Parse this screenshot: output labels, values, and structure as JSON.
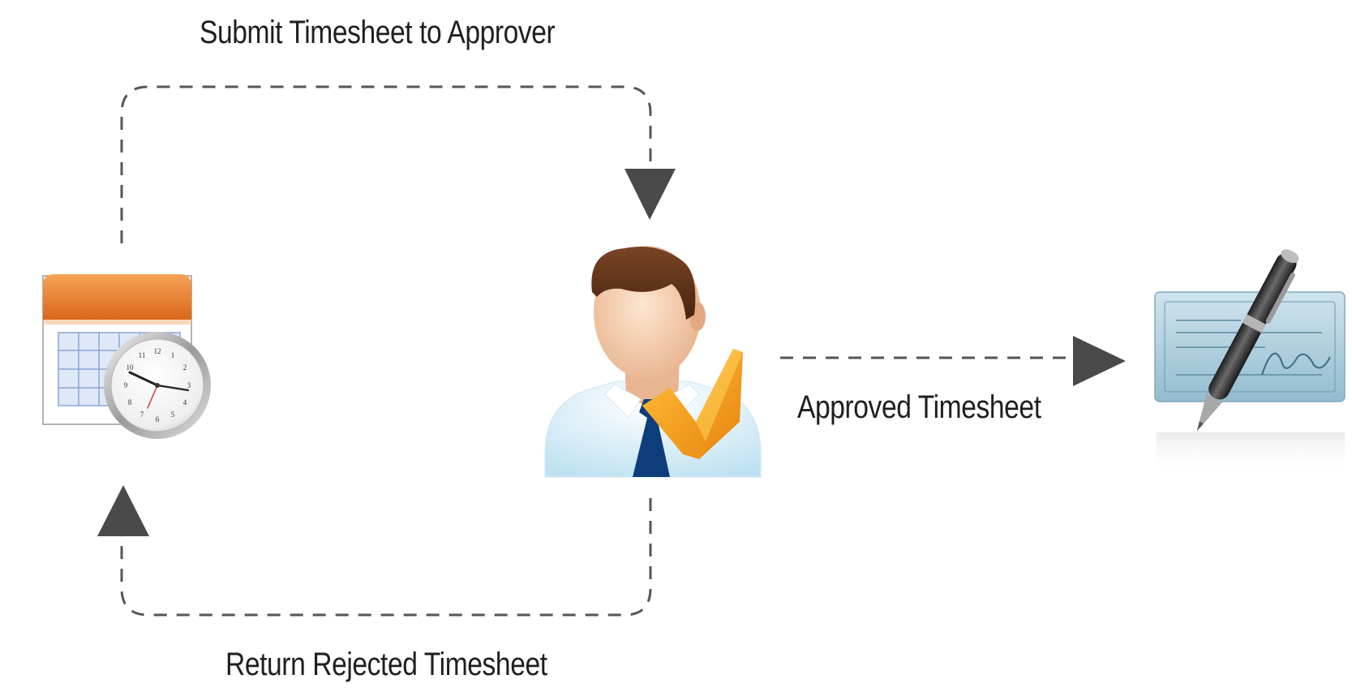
{
  "diagram": {
    "labels": {
      "submit": "Submit Timesheet to Approver",
      "approved": "Approved Timesheet",
      "return": "Return Rejected Timesheet"
    },
    "nodes": [
      {
        "id": "timesheet",
        "icon": "calendar-clock-icon"
      },
      {
        "id": "approver",
        "icon": "approver-person-check-icon"
      },
      {
        "id": "payment",
        "icon": "cheque-pen-icon"
      }
    ],
    "colors": {
      "connector": "#555555",
      "arrowhead": "#4a4a4a",
      "calendar_header": "#e67a22",
      "checkmark": "#f39a1c",
      "tie": "#0d3d7a",
      "cheque": "#a9ccdd"
    }
  }
}
